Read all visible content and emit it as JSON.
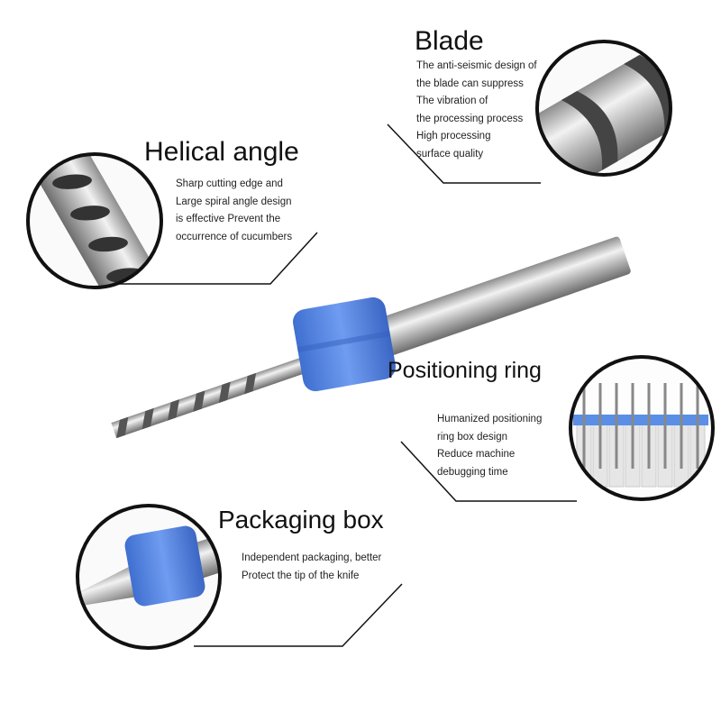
{
  "callouts": {
    "helical": {
      "title": "Helical angle",
      "lines": [
        "Sharp cutting edge and",
        "Large spiral angle design",
        "is effective Prevent the",
        "occurrence of cucumbers"
      ]
    },
    "blade": {
      "title": "Blade",
      "lines": [
        "The anti-seismic design of",
        "the blade can suppress",
        "The vibration of",
        "the processing process",
        "High processing",
        "surface quality"
      ]
    },
    "positioning": {
      "title": "Positioning ring",
      "lines": [
        "Humanized positioning",
        "ring box design",
        "Reduce machine",
        "debugging time"
      ]
    },
    "packaging": {
      "title": "Packaging box",
      "lines": [
        "Independent packaging, better",
        "Protect the tip of the knife"
      ]
    }
  },
  "colors": {
    "ring_blue": "#5b8ee6",
    "steel": "#c8c8c8",
    "line": "#111111"
  }
}
